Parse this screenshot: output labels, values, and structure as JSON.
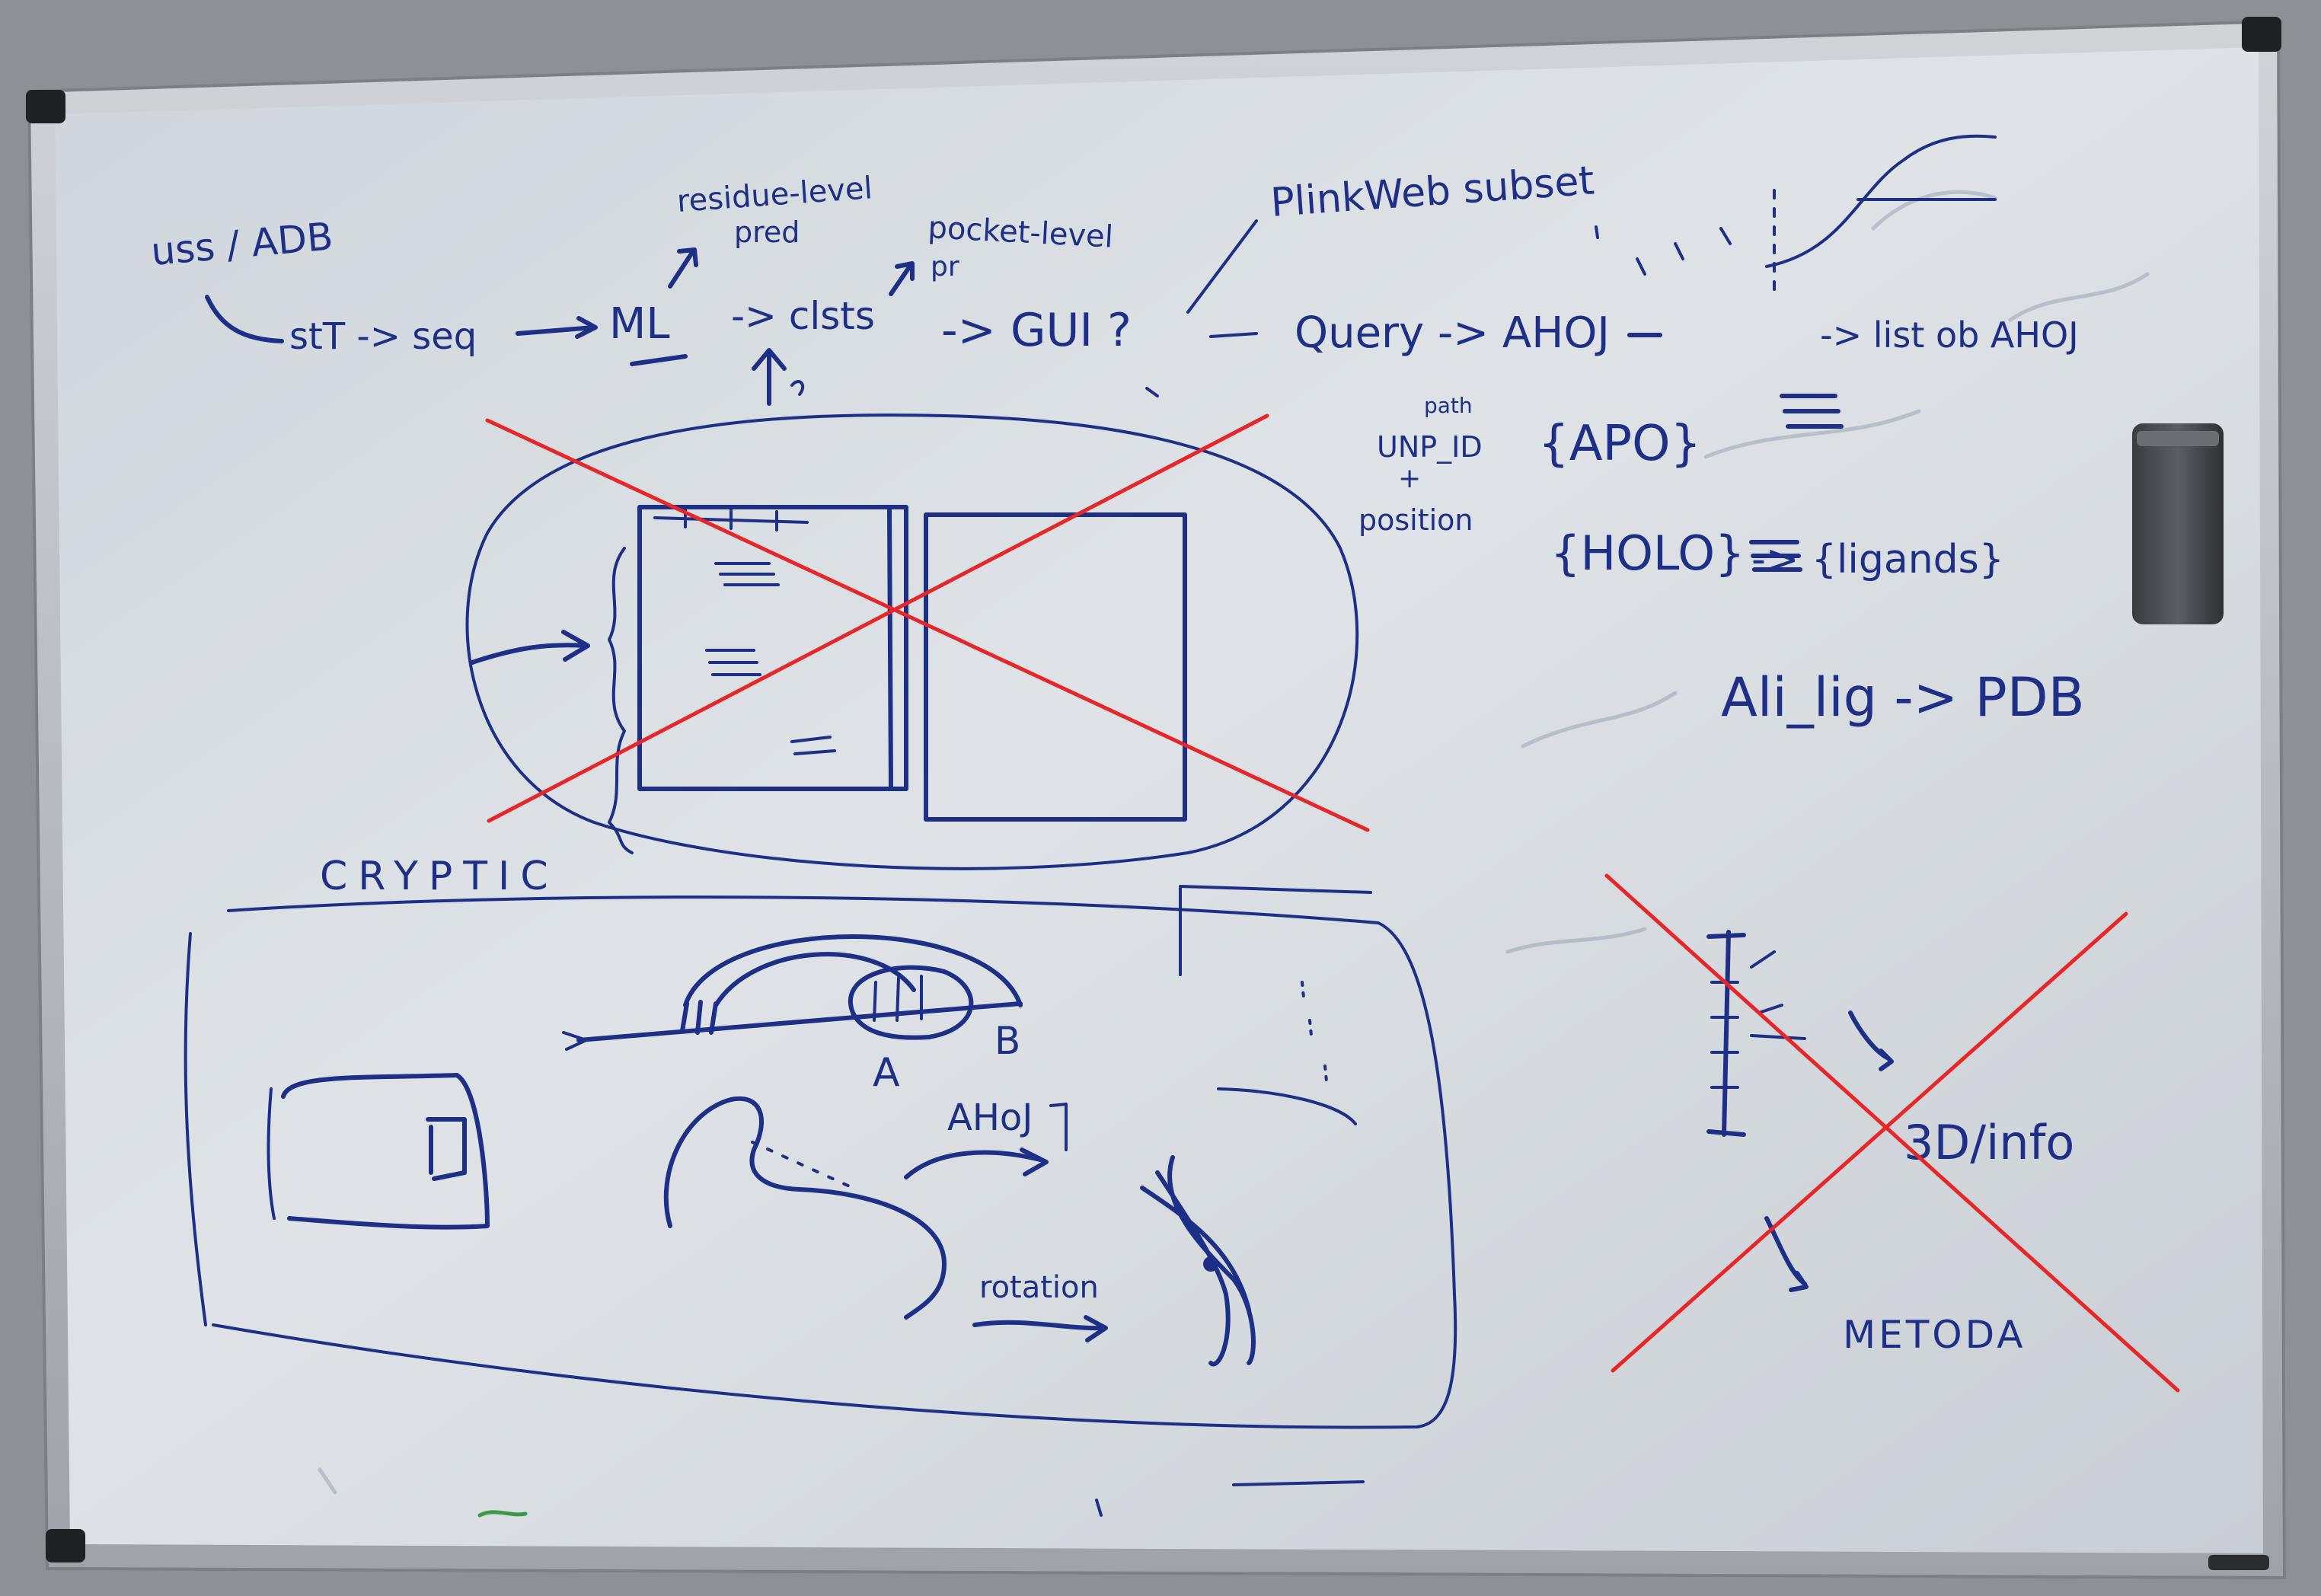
{
  "whiteboard": {
    "colors": {
      "board": "#d6dbe0",
      "frame": "#b9bcc1",
      "ink": "#1d2f86",
      "cross": "#e8262a",
      "wall": "#8e9095"
    },
    "top_flow": {
      "source": "uss / ADB",
      "step1": "stT -> seq",
      "step2": "ML",
      "step3": "-> clsts",
      "step4": "-> GUI ?",
      "note_above_1": "residue-level",
      "note_above_2": "pred",
      "note_above_3": "pocket-level",
      "note_above_4": "pr"
    },
    "right_flow": {
      "title": "PlinkWeb subset",
      "query": "Query -> AHOJ",
      "list": "-> list ob AHOJ",
      "apo": "{APO}",
      "holo": "{HOLO}",
      "ligands": "-> {ligands}",
      "side_1": "path",
      "side_2": "UNP_ID",
      "side_3": "+",
      "side_4": "position",
      "ali": "Ali_lig -> PDB"
    },
    "bottom_left": {
      "title": "CRYPTIC",
      "label_a": "A",
      "label_b": "B",
      "label_ahoj": "AHoJ",
      "label_rotation": "rotation"
    },
    "bottom_right": {
      "label_3d": "3D/info",
      "label_method": "METODA"
    },
    "eraser": {
      "name": "whiteboard eraser"
    }
  }
}
